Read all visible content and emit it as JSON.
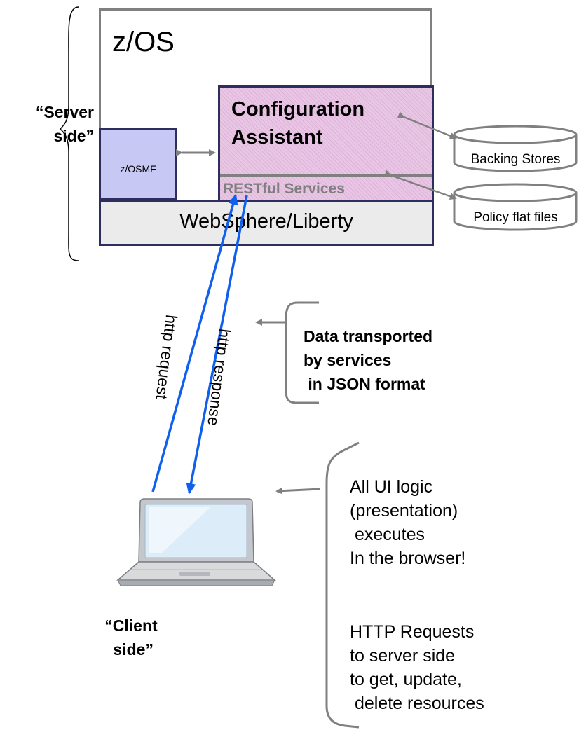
{
  "corner_text": "",
  "server": {
    "label": "“Server side”",
    "zos_label": "z/OS",
    "config_assistant": "Configuration Assistant",
    "restful": "RESTful Services",
    "zosmf": "z/OSMF",
    "websphere": "WebSphere/Liberty"
  },
  "stores": {
    "backing": "Backing Stores",
    "policy": "Policy flat files"
  },
  "arrows": {
    "request": "http request",
    "response": "http response"
  },
  "notes": {
    "json": "Data transported\nby services\n in JSON format",
    "ui_logic": "All UI logic\n(presentation)\n executes\nIn the browser!",
    "http": "HTTP Requests\nto server side\nto get, update,\n delete resources"
  },
  "client": {
    "label": "“Client\n side”"
  },
  "colors": {
    "arrow_blue": "#1060f0",
    "ca_fill": "#e8c6e4",
    "zosmf_fill": "#c8c8f4",
    "websphere_fill": "#ebebeb",
    "border_dark": "#2e2e5e",
    "gray": "#808080"
  }
}
